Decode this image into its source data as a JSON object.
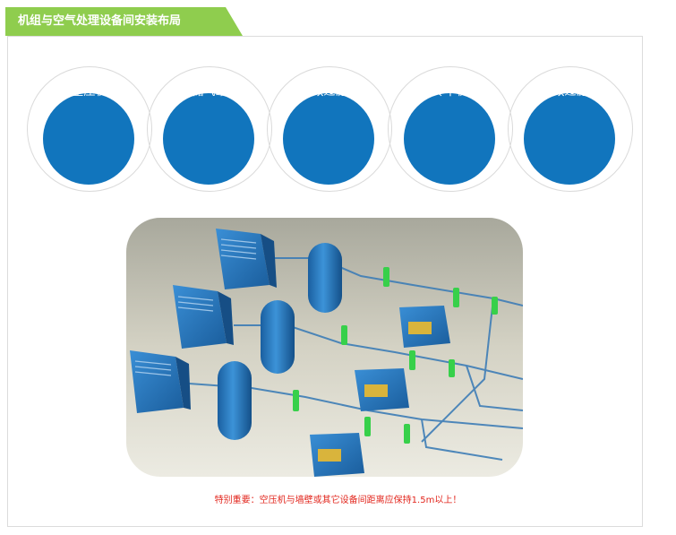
{
  "header": {
    "title": "机组与空气处理设备间安装布局",
    "tab_color": "#8fcd4e"
  },
  "steps": [
    {
      "label": "空压机"
    },
    {
      "label": "储气罐"
    },
    {
      "label": "初效过滤器"
    },
    {
      "label": "冷干机"
    },
    {
      "label": "高效过滤器"
    }
  ],
  "colors": {
    "step_circle": "#1175bd",
    "equipment_blue": "#1f7ec8",
    "filter_green": "#37d04a",
    "note_red": "#e2261d"
  },
  "note": "特别重要：空压机与墙壁或其它设备间距离应保持1.5m以上！"
}
